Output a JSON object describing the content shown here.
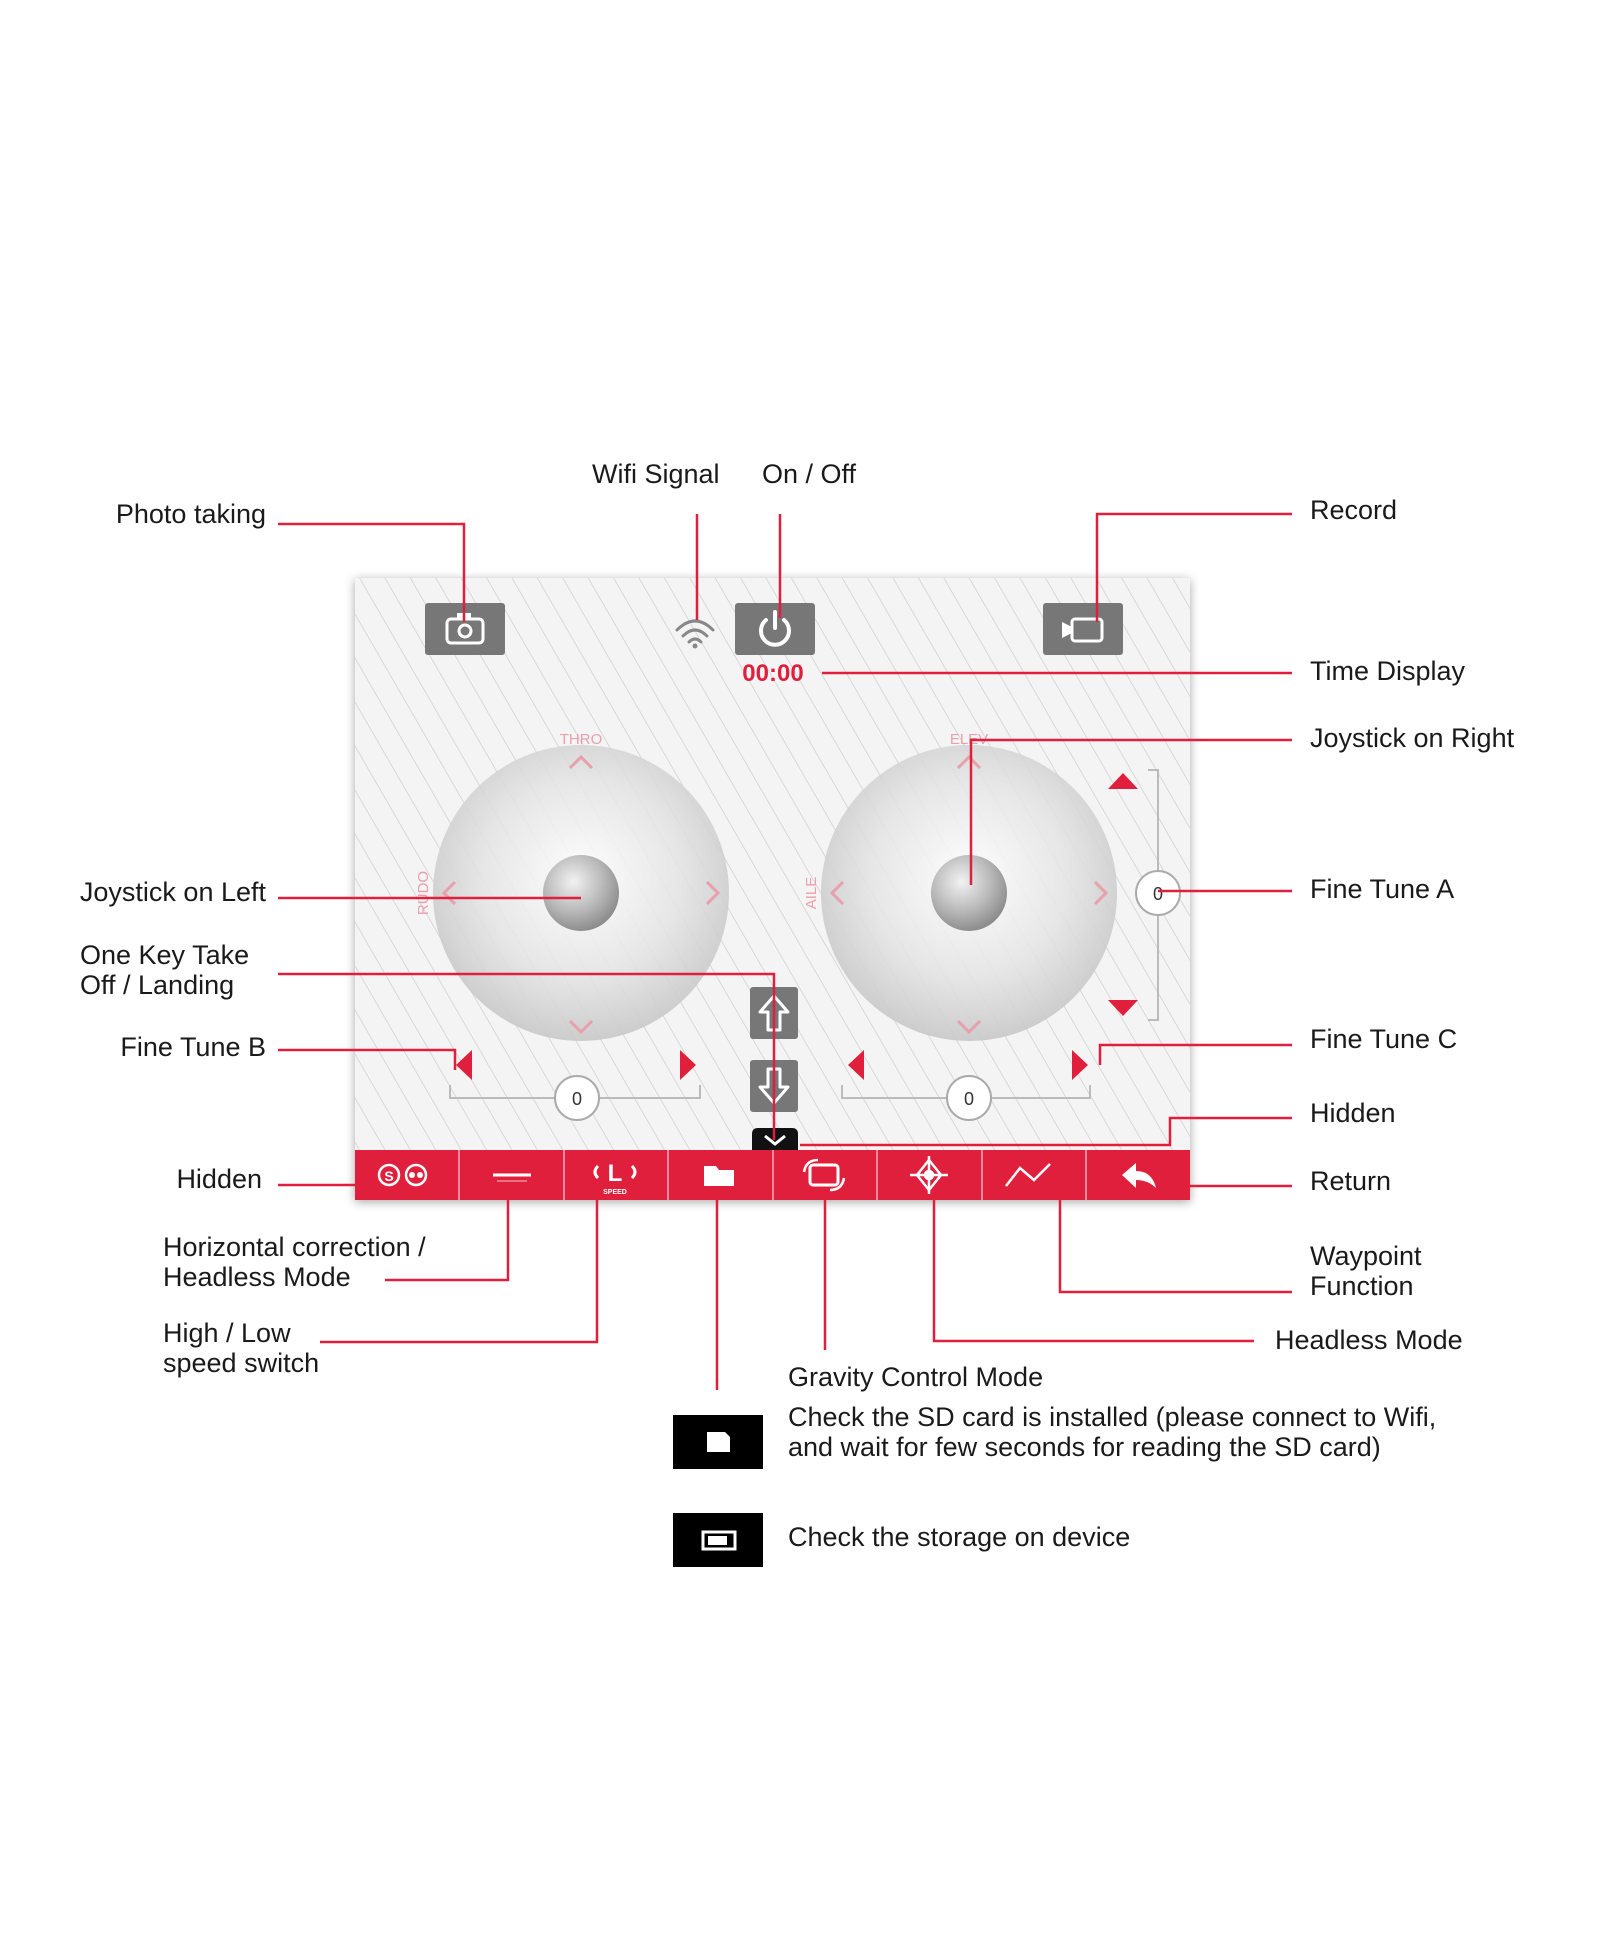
{
  "screen": {
    "timer": "00:00",
    "left_stick": {
      "top_label": "THRO",
      "side_label": "RUDO"
    },
    "right_stick": {
      "top_label": "ELEV",
      "side_label": "AILE"
    },
    "trim_values": {
      "fine_tune_a": "0",
      "fine_tune_b": "0",
      "fine_tune_c": "0"
    },
    "speed_mode_letter": "L",
    "speed_mode_caption": "SPEED"
  },
  "callouts": {
    "photo_taking": "Photo taking",
    "wifi_signal": "Wifi Signal",
    "on_off": "On / Off",
    "record": "Record",
    "time_display": "Time Display",
    "joystick_right": "Joystick on Right",
    "joystick_left": "Joystick on Left",
    "fine_tune_a": "Fine Tune A",
    "one_key_line1": "One Key Take",
    "one_key_line2": "Off / Landing",
    "fine_tune_b": "Fine Tune B",
    "fine_tune_c": "Fine Tune C",
    "hidden_right": "Hidden",
    "hidden_left": "Hidden",
    "return": "Return",
    "horizontal_line1": "Horizontal correction /",
    "horizontal_line2": "Headless Mode",
    "waypoint_line1": "Waypoint",
    "waypoint_line2": "Function",
    "high_low_line1": "High / Low",
    "high_low_line2": "speed switch",
    "headless_mode": "Headless Mode",
    "gravity_mode": "Gravity Control Mode"
  },
  "legend": [
    {
      "icon": "sd-card-icon",
      "text": "Check the SD card is installed (please connect to Wifi, and wait for few seconds for reading the SD card)"
    },
    {
      "icon": "device-storage-icon",
      "text": "Check the storage on device"
    }
  ],
  "colors": {
    "accent": "#e01f3d",
    "button_gray": "#777777",
    "panel_bg": "#f3f3f3"
  }
}
